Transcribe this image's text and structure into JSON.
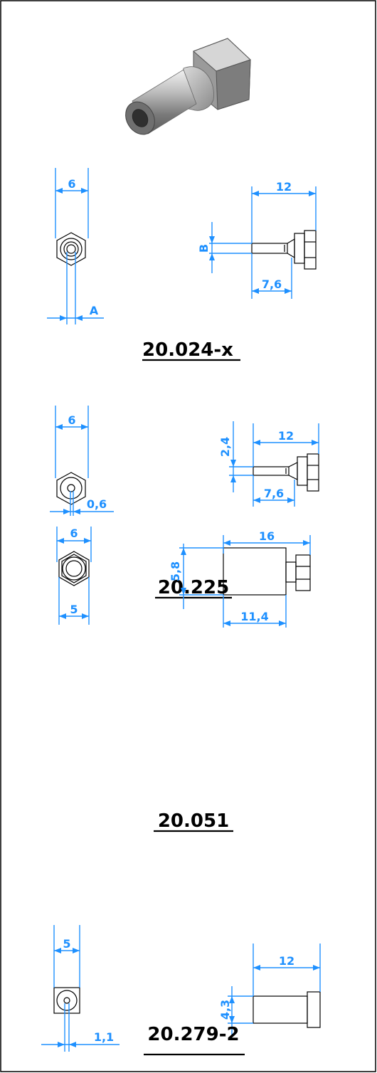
{
  "sections": [
    {
      "part_number": "20.024-x",
      "front_view": {
        "width_label": "6",
        "bore_label": "A"
      },
      "side_view": {
        "length_label": "12",
        "tip_label": "B",
        "stem_label": "7,6"
      }
    },
    {
      "part_number": "20.225",
      "front_view": {
        "width_label": "6",
        "bore_label": "0,6"
      },
      "side_view": {
        "length_label": "12",
        "tip_label": "2,4",
        "stem_label": "7,6"
      }
    },
    {
      "part_number": "20.051",
      "front_view": {
        "width_label": "6",
        "flat_label": "5"
      },
      "side_view": {
        "length_label": "16",
        "tip_label": "5,8",
        "stem_label": "11,4"
      }
    },
    {
      "part_number": "20.279-2",
      "front_view": {
        "width_label": "5",
        "bore_label": "1,1"
      },
      "side_view": {
        "length_label": "12",
        "tip_label": "4,3"
      }
    }
  ],
  "colors": {
    "dimension": "#1e90ff",
    "outline": "#000000",
    "border": "#000000"
  },
  "icons": {
    "render": "nozzle-3d-render-icon"
  }
}
